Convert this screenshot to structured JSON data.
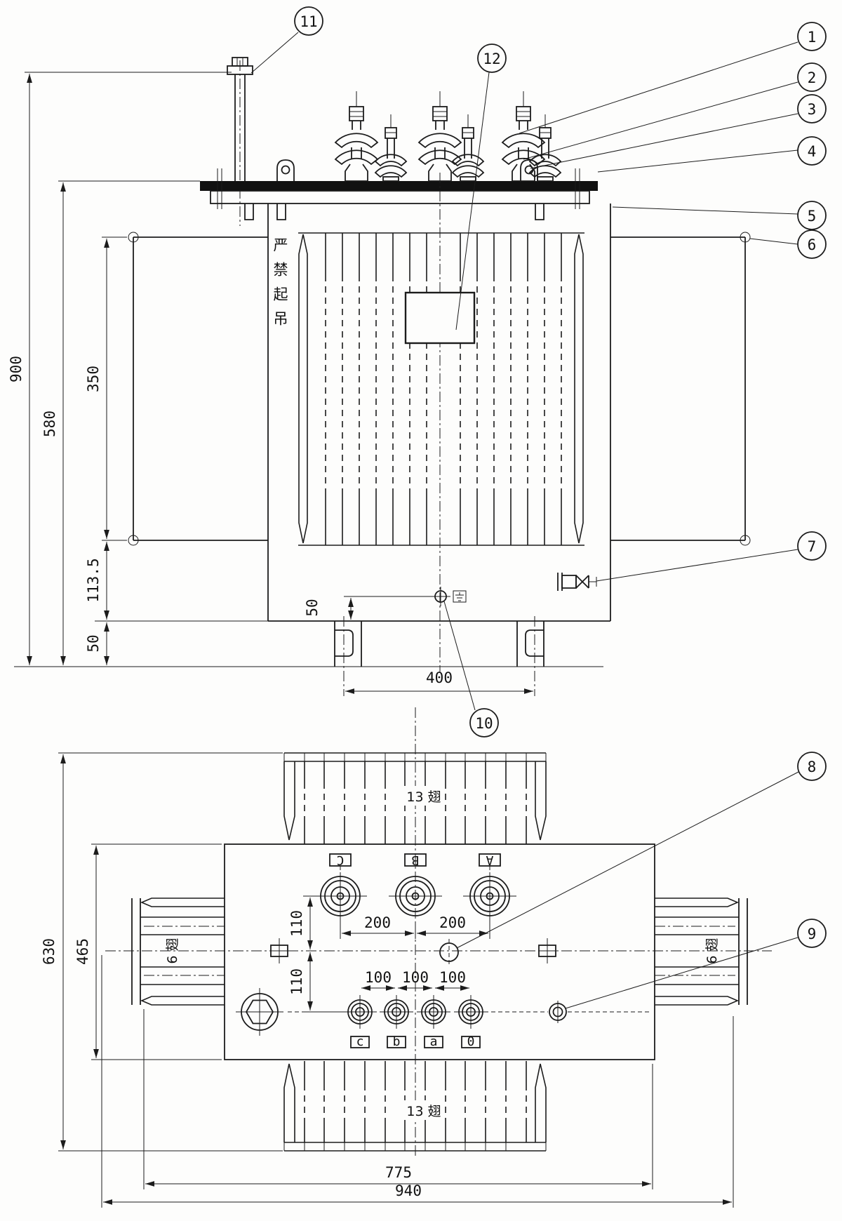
{
  "callouts": [
    "1",
    "2",
    "3",
    "4",
    "5",
    "6",
    "7",
    "8",
    "9",
    "10",
    "11",
    "12"
  ],
  "front": {
    "warning": "严禁起吊",
    "dims": {
      "height_overall": "900",
      "height_to_lid": "580",
      "radiator_height": "350",
      "lower_gap": "113.5",
      "base_height": "50",
      "plug_offset": "50",
      "feet_spacing": "400"
    }
  },
  "plan": {
    "dims": {
      "depth_overall": "630",
      "tank_depth": "465",
      "hv_pitch_left": "200",
      "hv_pitch_right": "200",
      "row_offset_top": "110",
      "row_offset_bottom": "110",
      "lv_pitch_1": "100",
      "lv_pitch_2": "100",
      "lv_pitch_3": "100",
      "fin_bank_width": "775",
      "width_overall": "940"
    },
    "hv_labels": [
      "C",
      "B",
      "A"
    ],
    "lv_labels": [
      "c",
      "b",
      "a",
      "0"
    ],
    "fin_count_top": "13 翅",
    "fin_count_bottom": "13 翅",
    "fin_count_left": "6 翅",
    "fin_count_right": "6 翅"
  }
}
